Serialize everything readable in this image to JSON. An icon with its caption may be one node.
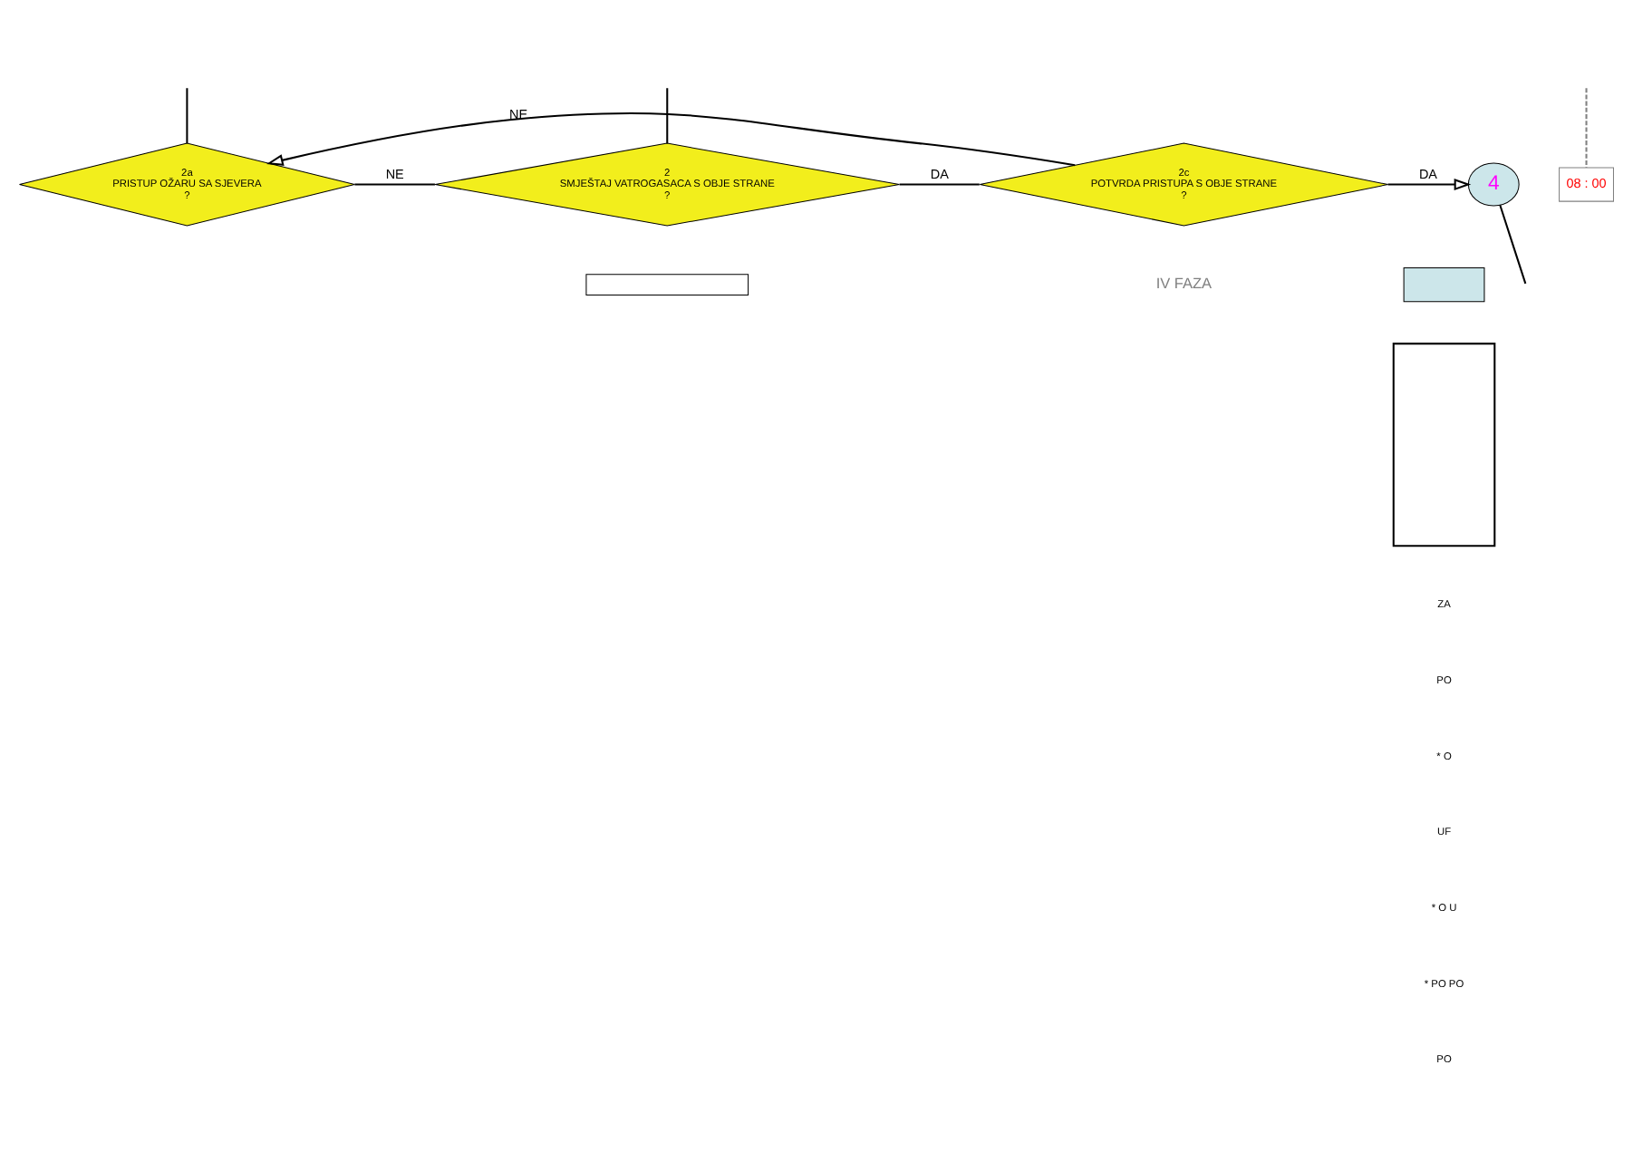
{
  "diagram": {
    "nodes": [
      {
        "text": [
          "2a",
          "PRISTUP OŽARU SA SJEVERA",
          "?"
        ]
      },
      {
        "text": [
          "2",
          "SMJEŠTAJ VATROGASACA S OBJE STRANE",
          "?"
        ]
      },
      {
        "text": [
          "2c",
          "POTVRDA PRISTUPA S OBJE STRANE",
          "?"
        ]
      },
      {
        "text": [
          "4"
        ]
      },
      {
        "text": [
          "08 : 00"
        ]
      },
      {
        "text": [],
        "shape": "box"
      },
      {
        "text": [],
        "shape": "box"
      },
      {
        "text": [],
        "shape": "box"
      }
    ],
    "edges": [
      {
        "from": null,
        "to": 4,
        "arrow": "none",
        "style": "dashed",
        "color": "#808080"
      },
      {
        "from": null,
        "to": 0,
        "arrow": "none"
      },
      {
        "from": null,
        "to": 1,
        "arrow": "none"
      },
      {
        "from": 1,
        "to": 0,
        "label": "NE",
        "arrow": "none"
      },
      {
        "from": 1,
        "to": 2,
        "label": "DA",
        "arrow": "none"
      },
      {
        "from": 2,
        "to": 3,
        "label": "DA",
        "arrow": "to"
      },
      {
        "from": 2,
        "to": 0,
        "label": "NE",
        "arrow": "to"
      },
      {
        "from": 3,
        "to": null,
        "arrow": "none"
      }
    ],
    "labels": [
      "IV FAZA",
      "ZA",
      "PO",
      "* O",
      "UF",
      "* O U",
      "* PO PO",
      "PO"
    ]
  }
}
